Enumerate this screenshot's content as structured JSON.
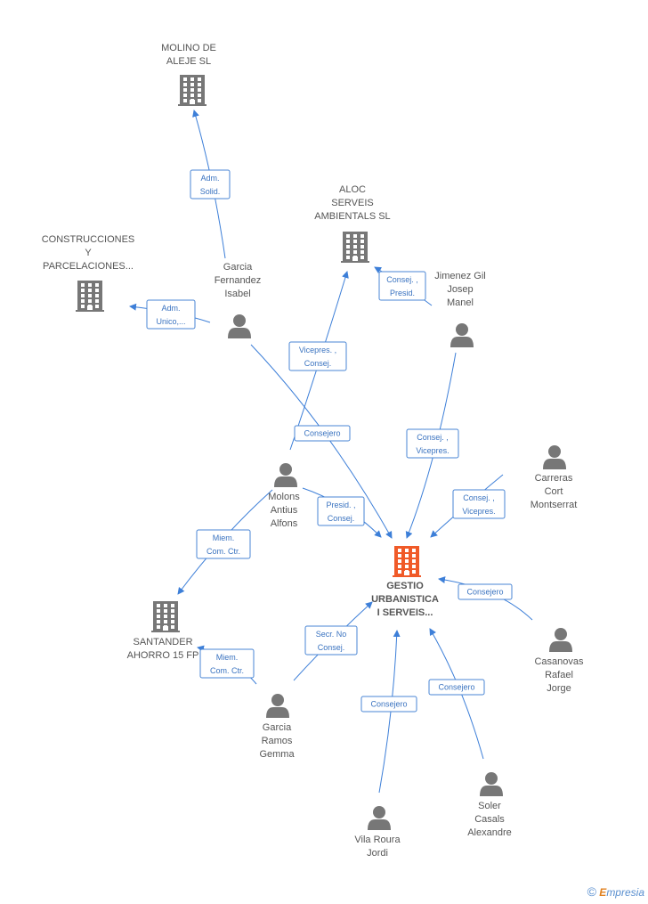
{
  "colors": {
    "edge": "#3d7fd8",
    "company": "#777777",
    "main_company": "#f05a28",
    "person": "#777777"
  },
  "nodes": [
    {
      "id": "molino",
      "type": "company",
      "lines": [
        "MOLINO DE",
        "ALEJE SL"
      ]
    },
    {
      "id": "aloc",
      "type": "company",
      "lines": [
        "ALOC",
        "SERVEIS",
        "AMBIENTALS  SL"
      ]
    },
    {
      "id": "construcciones",
      "type": "company",
      "lines": [
        "CONSTRUCCIONES",
        "Y",
        "PARCELACIONES..."
      ]
    },
    {
      "id": "gestio",
      "type": "main",
      "lines": [
        "GESTIO",
        "URBANISTICA",
        "I SERVEIS..."
      ]
    },
    {
      "id": "santander",
      "type": "company",
      "lines": [
        "SANTANDER",
        "AHORRO 15 FP"
      ]
    },
    {
      "id": "garcia_fernandez",
      "type": "person",
      "lines": [
        "Garcia",
        "Fernandez",
        "Isabel"
      ]
    },
    {
      "id": "jimenez",
      "type": "person",
      "lines": [
        "Jimenez Gil",
        "Josep",
        "Manel"
      ]
    },
    {
      "id": "molons",
      "type": "person",
      "lines": [
        "Molons",
        "Antius",
        "Alfons"
      ]
    },
    {
      "id": "carreras",
      "type": "person",
      "lines": [
        "Carreras",
        "Cort",
        "Montserrat"
      ]
    },
    {
      "id": "casanovas",
      "type": "person",
      "lines": [
        "Casanovas",
        "Rafael",
        "Jorge"
      ]
    },
    {
      "id": "garcia_ramos",
      "type": "person",
      "lines": [
        "Garcia",
        "Ramos",
        "Gemma"
      ]
    },
    {
      "id": "vila",
      "type": "person",
      "lines": [
        "Vila Roura",
        "Jordi"
      ]
    },
    {
      "id": "soler",
      "type": "person",
      "lines": [
        "Soler",
        "Casals",
        "Alexandre"
      ]
    }
  ],
  "relations": [
    {
      "id": "r1",
      "from": "garcia_fernandez",
      "to": "molino",
      "lines": [
        "Adm.",
        "Solid."
      ]
    },
    {
      "id": "r2",
      "from": "garcia_fernandez",
      "to": "construcciones",
      "lines": [
        "Adm.",
        "Unico,..."
      ]
    },
    {
      "id": "r3",
      "from": "jimenez",
      "to": "aloc",
      "lines": [
        "Consej. ,",
        "Presid."
      ]
    },
    {
      "id": "r4",
      "from": "molons",
      "to": "aloc",
      "lines": [
        "Vicepres. ,",
        "Consej."
      ]
    },
    {
      "id": "r5",
      "from": "garcia_fernandez",
      "to": "gestio",
      "lines": [
        "Consejero"
      ]
    },
    {
      "id": "r6",
      "from": "jimenez",
      "to": "gestio",
      "lines": [
        "Consej. ,",
        "Vicepres."
      ]
    },
    {
      "id": "r7",
      "from": "carreras",
      "to": "gestio",
      "lines": [
        "Consej. ,",
        "Vicepres."
      ]
    },
    {
      "id": "r8",
      "from": "molons",
      "to": "gestio",
      "lines": [
        "Presid. ,",
        "Consej."
      ]
    },
    {
      "id": "r9",
      "from": "molons",
      "to": "santander",
      "lines": [
        "Miem.",
        "Com. Ctr."
      ]
    },
    {
      "id": "r10",
      "from": "casanovas",
      "to": "gestio",
      "lines": [
        "Consejero"
      ]
    },
    {
      "id": "r11",
      "from": "garcia_ramos",
      "to": "gestio",
      "lines": [
        "Secr.  No",
        "Consej."
      ]
    },
    {
      "id": "r12",
      "from": "garcia_ramos",
      "to": "santander",
      "lines": [
        "Miem.",
        "Com. Ctr."
      ]
    },
    {
      "id": "r13",
      "from": "vila",
      "to": "gestio",
      "lines": [
        "Consejero"
      ]
    },
    {
      "id": "r14",
      "from": "soler",
      "to": "gestio",
      "lines": [
        "Consejero"
      ]
    }
  ],
  "footer": {
    "copyright": "©",
    "brand_first": "E",
    "brand_rest": "mpresia"
  }
}
